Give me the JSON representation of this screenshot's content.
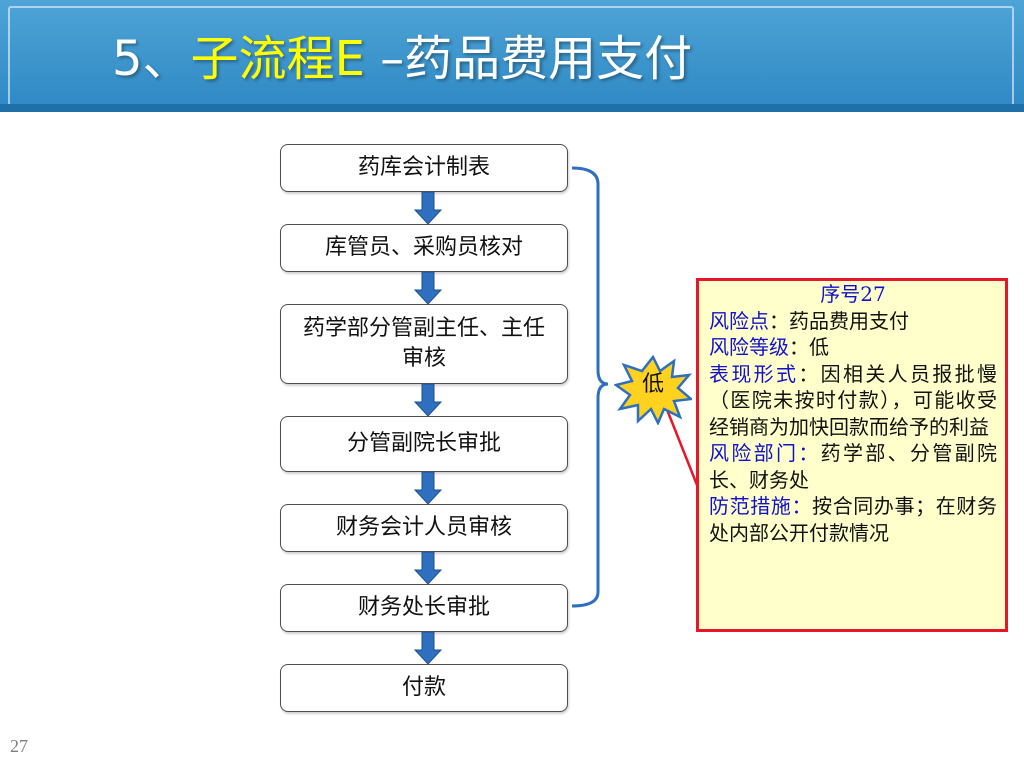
{
  "title": {
    "number": "5、",
    "sub_zh": "子流程",
    "sub_letter": "E",
    "dash": " –",
    "main": "药品费用支付"
  },
  "steps": [
    "药库会计制表",
    "库管员、采购员核对",
    "药学部分管副主任、主任审核",
    "分管副院长审批",
    "财务会计人员审核",
    "财务处长审批",
    "付款"
  ],
  "risk_badge": "低",
  "risk": {
    "serial": "序号27",
    "point_label": "风险点",
    "point_value": "：药品费用支付",
    "level_label": "风险等级",
    "level_value": "：低",
    "form_label": "表现形式",
    "form_value": "：因相关人员报批慢（医院未按时付款），可能收受经销商为加快回款而给予的利益",
    "dept_label": "风险部门：",
    "dept_value": "药学部、分管副院长、财务处",
    "measure_label": "防范措施：",
    "measure_value": "按合同办事；在财务处内部公开付款情况"
  },
  "page_number": "27",
  "colors": {
    "header": "#3a93cb",
    "title_highlight": "#ffff00",
    "arrow": "#2f6fbf",
    "bracket": "#2f6fbf",
    "risk_border": "#e8162a",
    "risk_fill": "#ffffcc",
    "risk_label": "#1111cc",
    "burst_fill": "#ffd21f"
  }
}
